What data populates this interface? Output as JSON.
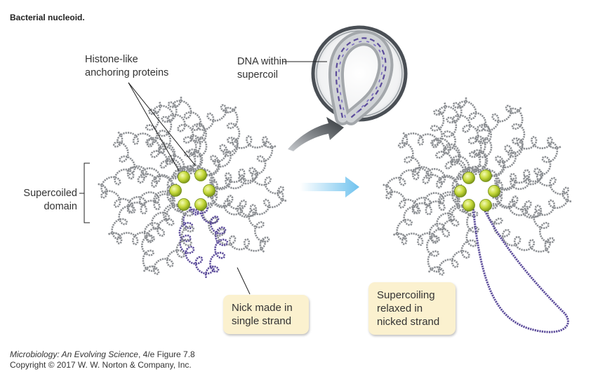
{
  "title": "Bacterial nucleoid.",
  "labels": {
    "histone_line1": "Histone-like",
    "histone_line2": "anchoring proteins",
    "dna_line1": "DNA within",
    "dna_line2": "supercoil",
    "domain_line1": "Supercoiled",
    "domain_line2": "domain"
  },
  "callouts": {
    "nick_line1": "Nick made in",
    "nick_line2": "single strand",
    "relaxed_line1": "Supercoiling",
    "relaxed_line2": "relaxed in",
    "relaxed_line3": "nicked strand"
  },
  "credit": {
    "book": "Microbiology: An Evolving Science",
    "edition": ", 4/e  Figure 7.8",
    "copyright": "Copyright © 2017 W. W. Norton & Company, Inc."
  },
  "colors": {
    "dna_gray": "#8a8d91",
    "dna_purple": "#5b4b9a",
    "protein_green": "#c6d93a",
    "callout_fill": "#fbf1cf",
    "arrow_dark": "#3d4247",
    "arrow_light": "#8ecdf0"
  }
}
